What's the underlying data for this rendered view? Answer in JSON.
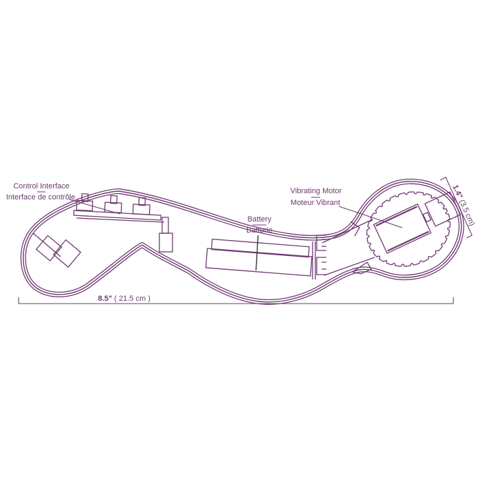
{
  "page": {
    "background": "#ffffff"
  },
  "diagram": {
    "type": "product-internal-schematic",
    "line_color": "#6d3a70",
    "leader_color": "#3f3f3f",
    "labels": {
      "control_interface": {
        "en": "Control Interface",
        "fr": "Interface de contrôle"
      },
      "battery": {
        "en": "Battery",
        "fr": "Batterie"
      },
      "vibrating_motor": {
        "en": "Vibrating Motor",
        "fr": "Moteur Vibrant"
      }
    },
    "dimensions": {
      "length": {
        "imperial": "8.5\"",
        "metric": "( 21.5 cm )"
      },
      "width": {
        "imperial": "1.4\"",
        "metric": "(3.5 cm)"
      }
    }
  }
}
